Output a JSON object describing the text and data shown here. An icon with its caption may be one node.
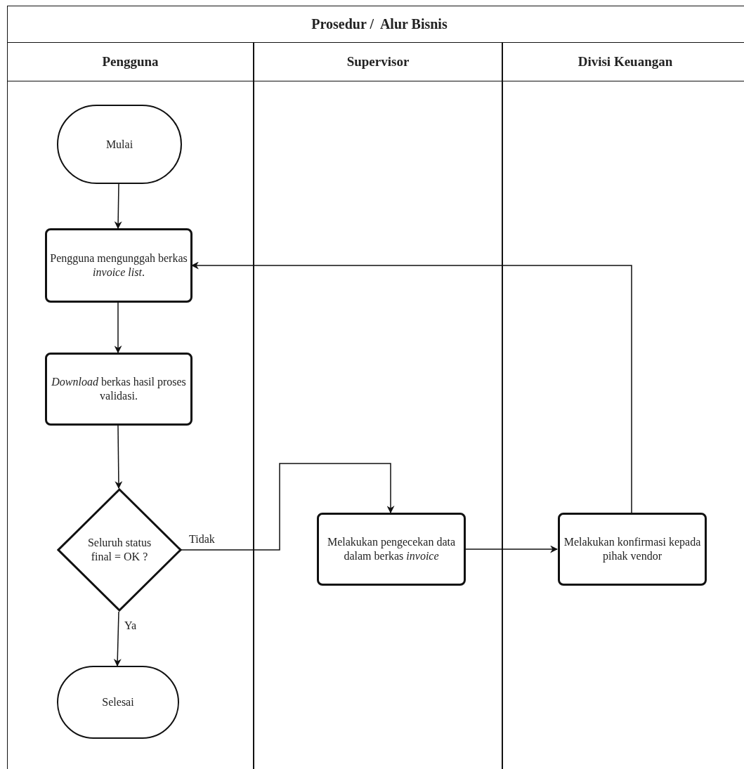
{
  "diagram": {
    "title": "Prosedur /  Alur Bisnis",
    "nodes": [
      {
        "text": [
          "Pengguna"
        ]
      },
      {
        "text": [
          "Supervisor"
        ]
      },
      {
        "text": [
          "Divisi Keuangan"
        ]
      },
      {
        "text": [
          "Mulai"
        ],
        "in": 0
      },
      {
        "text": [
          "Pengguna mengunggah berkas *invoice list*."
        ],
        "in": 0
      },
      {
        "text": [
          "*Download* berkas hasil proses validasi."
        ],
        "in": 0
      },
      {
        "text": [
          "Seluruh status final = OK ?"
        ],
        "in": 0
      },
      {
        "text": [
          "Selesai"
        ],
        "in": 0
      },
      {
        "text": [
          "Melakukan pengecekan data dalam berkas *invoice*"
        ],
        "in": 1
      },
      {
        "text": [
          "Melakukan konfirmasi kepada pihak vendor"
        ],
        "in": 2
      }
    ],
    "edges": [
      {
        "from": 3,
        "to": 4,
        "arrow": "to"
      },
      {
        "from": 4,
        "to": 5,
        "arrow": "to"
      },
      {
        "from": 5,
        "to": 6,
        "arrow": "to"
      },
      {
        "from": 6,
        "to": 8,
        "arrow": "to",
        "label": "Tidak"
      },
      {
        "from": 6,
        "to": 7,
        "arrow": "to",
        "label": "Ya"
      },
      {
        "from": 8,
        "to": 9,
        "arrow": "to"
      },
      {
        "from": 9,
        "to": 4,
        "arrow": "to"
      }
    ]
  }
}
